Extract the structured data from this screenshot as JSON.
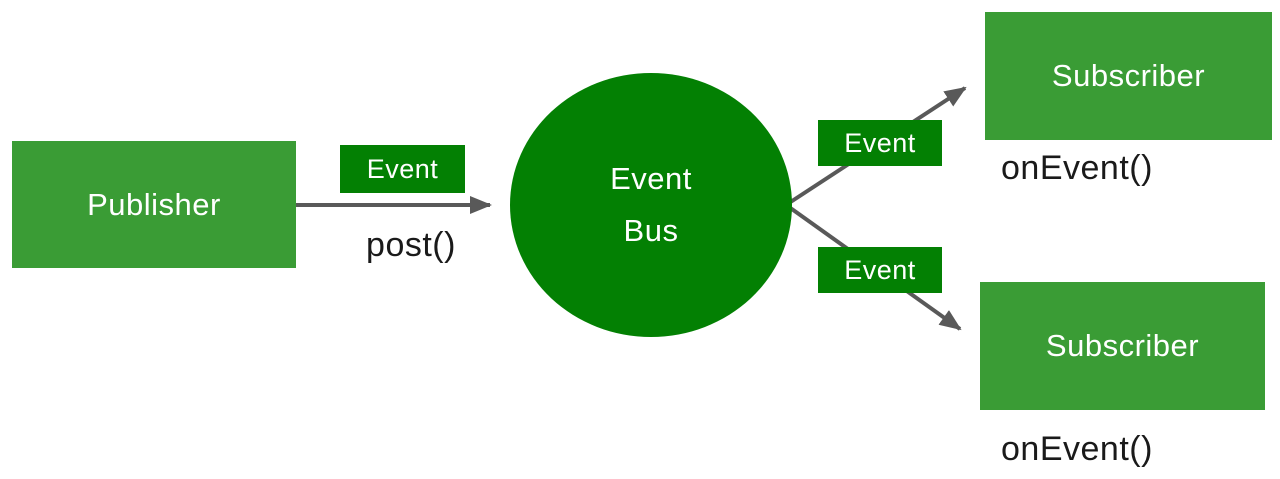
{
  "diagram": {
    "publisher": {
      "label": "Publisher",
      "method_label": "post()"
    },
    "bus": {
      "label_line1": "Event",
      "label_line2": "Bus"
    },
    "badges": {
      "publish": "Event",
      "to_subscriber_1": "Event",
      "to_subscriber_2": "Event"
    },
    "subscribers": [
      {
        "label": "Subscriber",
        "method_label": "onEvent()"
      },
      {
        "label": "Subscriber",
        "method_label": "onEvent()"
      }
    ],
    "colors": {
      "box_green": "#3a9c35",
      "dark_green": "#038003",
      "arrow_gray": "#595959",
      "text_black": "#1a1a1a",
      "white": "#ffffff"
    }
  }
}
